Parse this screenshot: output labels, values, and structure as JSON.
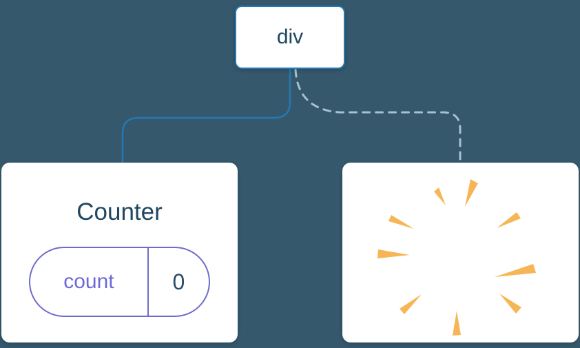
{
  "tree": {
    "root": {
      "label": "div"
    },
    "counter": {
      "title": "Counter",
      "state": {
        "key": "count",
        "value": "0"
      }
    },
    "removed": {
      "icon": "poof-starburst"
    }
  },
  "colors": {
    "background": "#35586C",
    "card": "#FFFFFF",
    "root_border": "#2478B3",
    "solid_connector": "#2478B3",
    "dashed_connector": "#A6C1CF",
    "root_text": "#1D4860",
    "counter_text": "#1D4860",
    "state_key_text": "#6C69D6",
    "state_value_text": "#2B4B66",
    "pill_border": "#6F6CC8",
    "poof": "#F6B656"
  }
}
